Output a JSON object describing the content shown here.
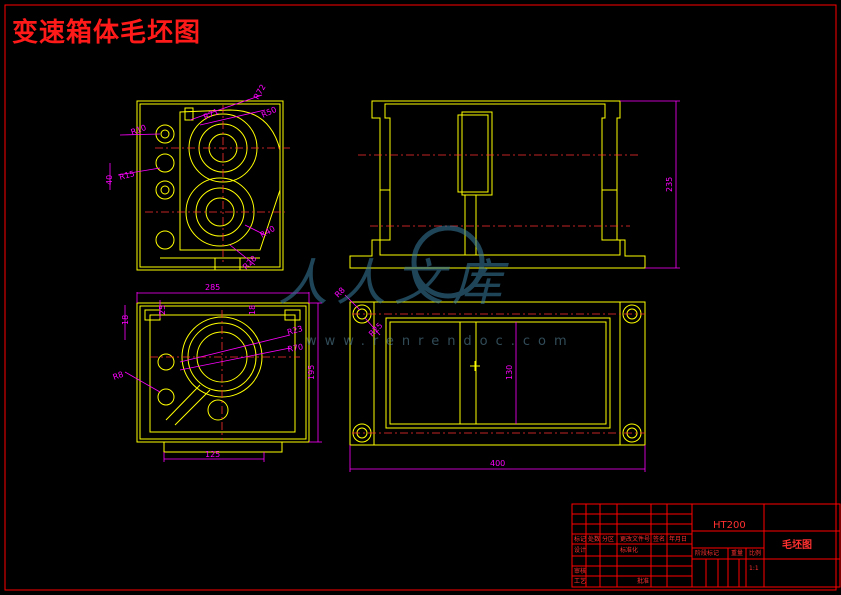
{
  "title": "变速箱体毛坯图",
  "dimensions": {
    "d_r72": "R72",
    "d_r71": "R71",
    "d_r50_top": "R50",
    "d_r10": "R10",
    "d_r15": "R15",
    "d_40_left": "40",
    "d_r40": "R40",
    "d_r28": "R28",
    "d_235": "235",
    "d_285": "285",
    "d_18a": "18",
    "d_25": "25",
    "d_18b": "18",
    "d_r23": "R23",
    "d_r70": "R70",
    "d_r8": "R8",
    "d_195": "195",
    "d_125": "125",
    "d_r8b": "R8",
    "d_r25b": "R25",
    "d_130": "130",
    "d_400": "400"
  },
  "watermark": {
    "text": "人人文库",
    "url": "www.renrendoc.com"
  },
  "title_block": {
    "material": "HT200",
    "drawing_name": "毛坯图",
    "header_cells": [
      "标记",
      "处数",
      "分区",
      "更改文件号",
      "签名",
      "年月日"
    ],
    "row2_cells": [
      "设计",
      "",
      "",
      "标准化",
      ""
    ],
    "stage_label": "阶段标记",
    "weight_label": "重量",
    "scale_label": "比例",
    "scale_value": "1:1",
    "review_label": "审核",
    "process_label": "工艺",
    "approve_label": "批准"
  }
}
